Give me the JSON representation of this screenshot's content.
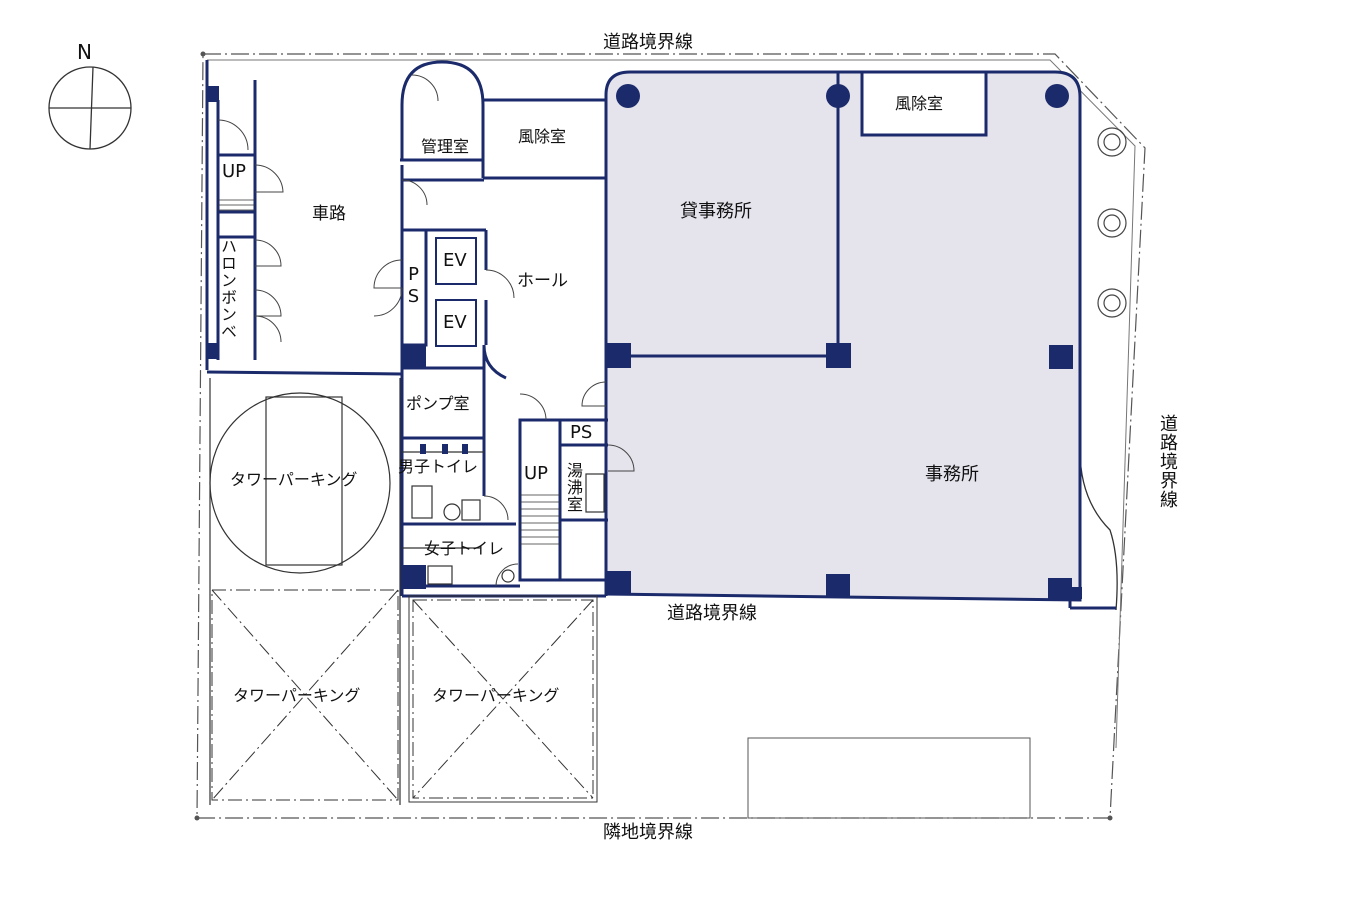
{
  "compass": {
    "north_label": "N"
  },
  "boundaries": {
    "road_top": "道路境界線",
    "road_right": "道路境界線",
    "road_front": "道路境界線",
    "neighbor_bottom": "隣地境界線"
  },
  "rooms": {
    "driveway": "車路",
    "halon": "ハロンボンベ",
    "up_left": "UP",
    "manager": "管理室",
    "windbreak_left": "風除室",
    "windbreak_right": "風除室",
    "ps_left": "PS",
    "ev1": "EV",
    "ev2": "EV",
    "hall": "ホール",
    "pump": "ポンプ室",
    "ps_right": "PS",
    "up_center": "UP",
    "kitchenette": "湯沸室",
    "mens_toilet": "男子トイレ",
    "womens_toilet": "女子トイレ",
    "rental_office": "貸事務所",
    "office": "事務所",
    "tower_parking_circle": "タワーパーキング",
    "tower_parking_left": "タワーパーキング",
    "tower_parking_center": "タワーパーキング"
  },
  "colors": {
    "wall": "#1b2a6b",
    "office_fill": "#e5e3ec",
    "line": "#444444"
  }
}
